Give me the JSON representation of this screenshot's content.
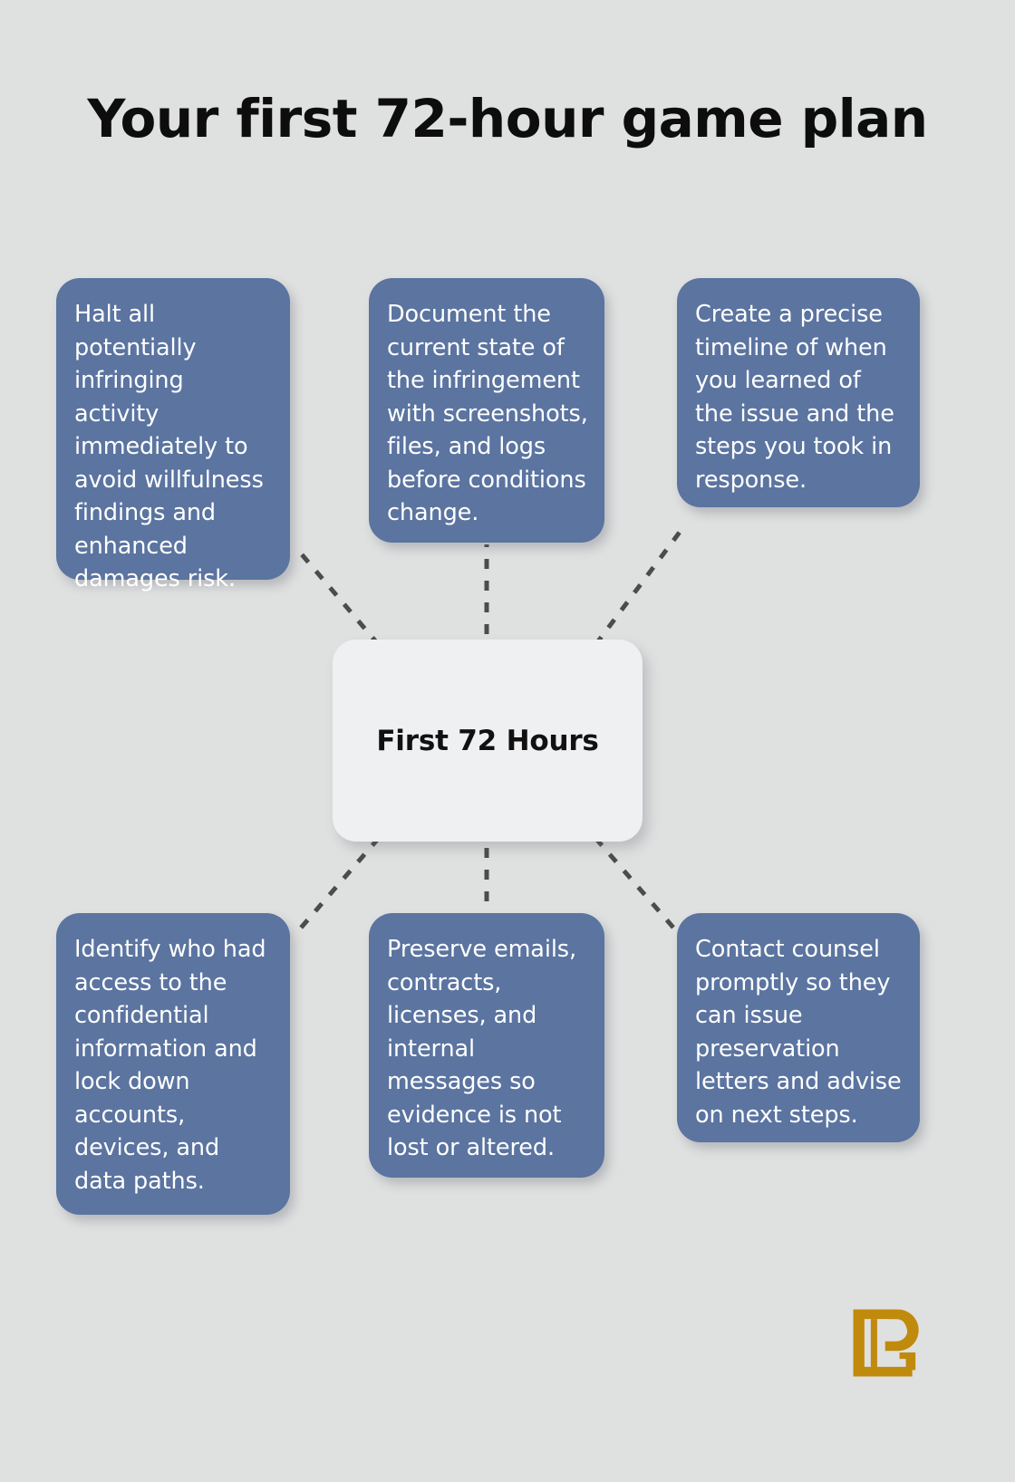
{
  "title": "Your first 72-hour game plan",
  "center": {
    "label": "First 72 Hours"
  },
  "colors": {
    "background": "#dfe0e0",
    "node_fill": "#5b74a0",
    "node_text": "#ffffff",
    "center_fill": "#eff0f2",
    "center_text": "#111111",
    "title_text": "#0d0d0d",
    "connector": "#4c4c4c",
    "logo": "#c08a0d"
  },
  "nodes": [
    {
      "id": "node-1",
      "position": "top-left",
      "text": "Halt all potentially infringing activity immediately to avoid willfulness findings and enhanced damages risk."
    },
    {
      "id": "node-2",
      "position": "top-center",
      "text": "Document the current state of the infringement with screenshots, files, and logs before conditions change."
    },
    {
      "id": "node-3",
      "position": "top-right",
      "text": "Create a precise timeline of when you learned of the issue and the steps you took in response."
    },
    {
      "id": "node-4",
      "position": "bottom-left",
      "text": "Identify who had access to the confidential information and lock down accounts, devices, and data paths."
    },
    {
      "id": "node-5",
      "position": "bottom-center",
      "text": "Preserve emails, contracts, licenses, and internal messages so evidence is not lost or altered."
    },
    {
      "id": "node-6",
      "position": "bottom-right",
      "text": "Contact counsel promptly so they can issue preservation letters and advise on next steps."
    }
  ],
  "logo": {
    "name": "lp-monogram-logo"
  }
}
